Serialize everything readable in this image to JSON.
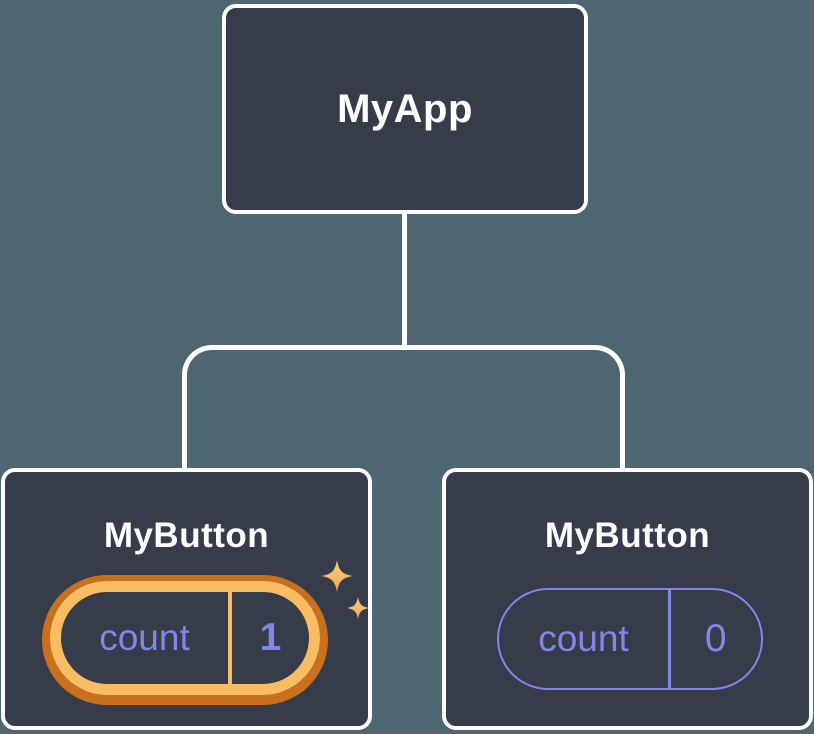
{
  "diagram": {
    "root": {
      "label": "MyApp"
    },
    "children": [
      {
        "label": "MyButton",
        "state_name": "count",
        "state_value": "1",
        "highlighted": true
      },
      {
        "label": "MyButton",
        "state_name": "count",
        "state_value": "0",
        "highlighted": false
      }
    ]
  },
  "icons": {
    "sparkles": "sparkles-icon"
  },
  "colors": {
    "background": "#4d6670",
    "node_fill": "#363c49",
    "node_border": "#ffffff",
    "accent_purple": "#8286e8",
    "highlight_gold": "#f8bc62",
    "highlight_orange": "#c9701c",
    "sparkle_gold_light": "#fccd83",
    "sparkle_gold_dark": "#f2a850",
    "title_text": "#ffffff"
  }
}
